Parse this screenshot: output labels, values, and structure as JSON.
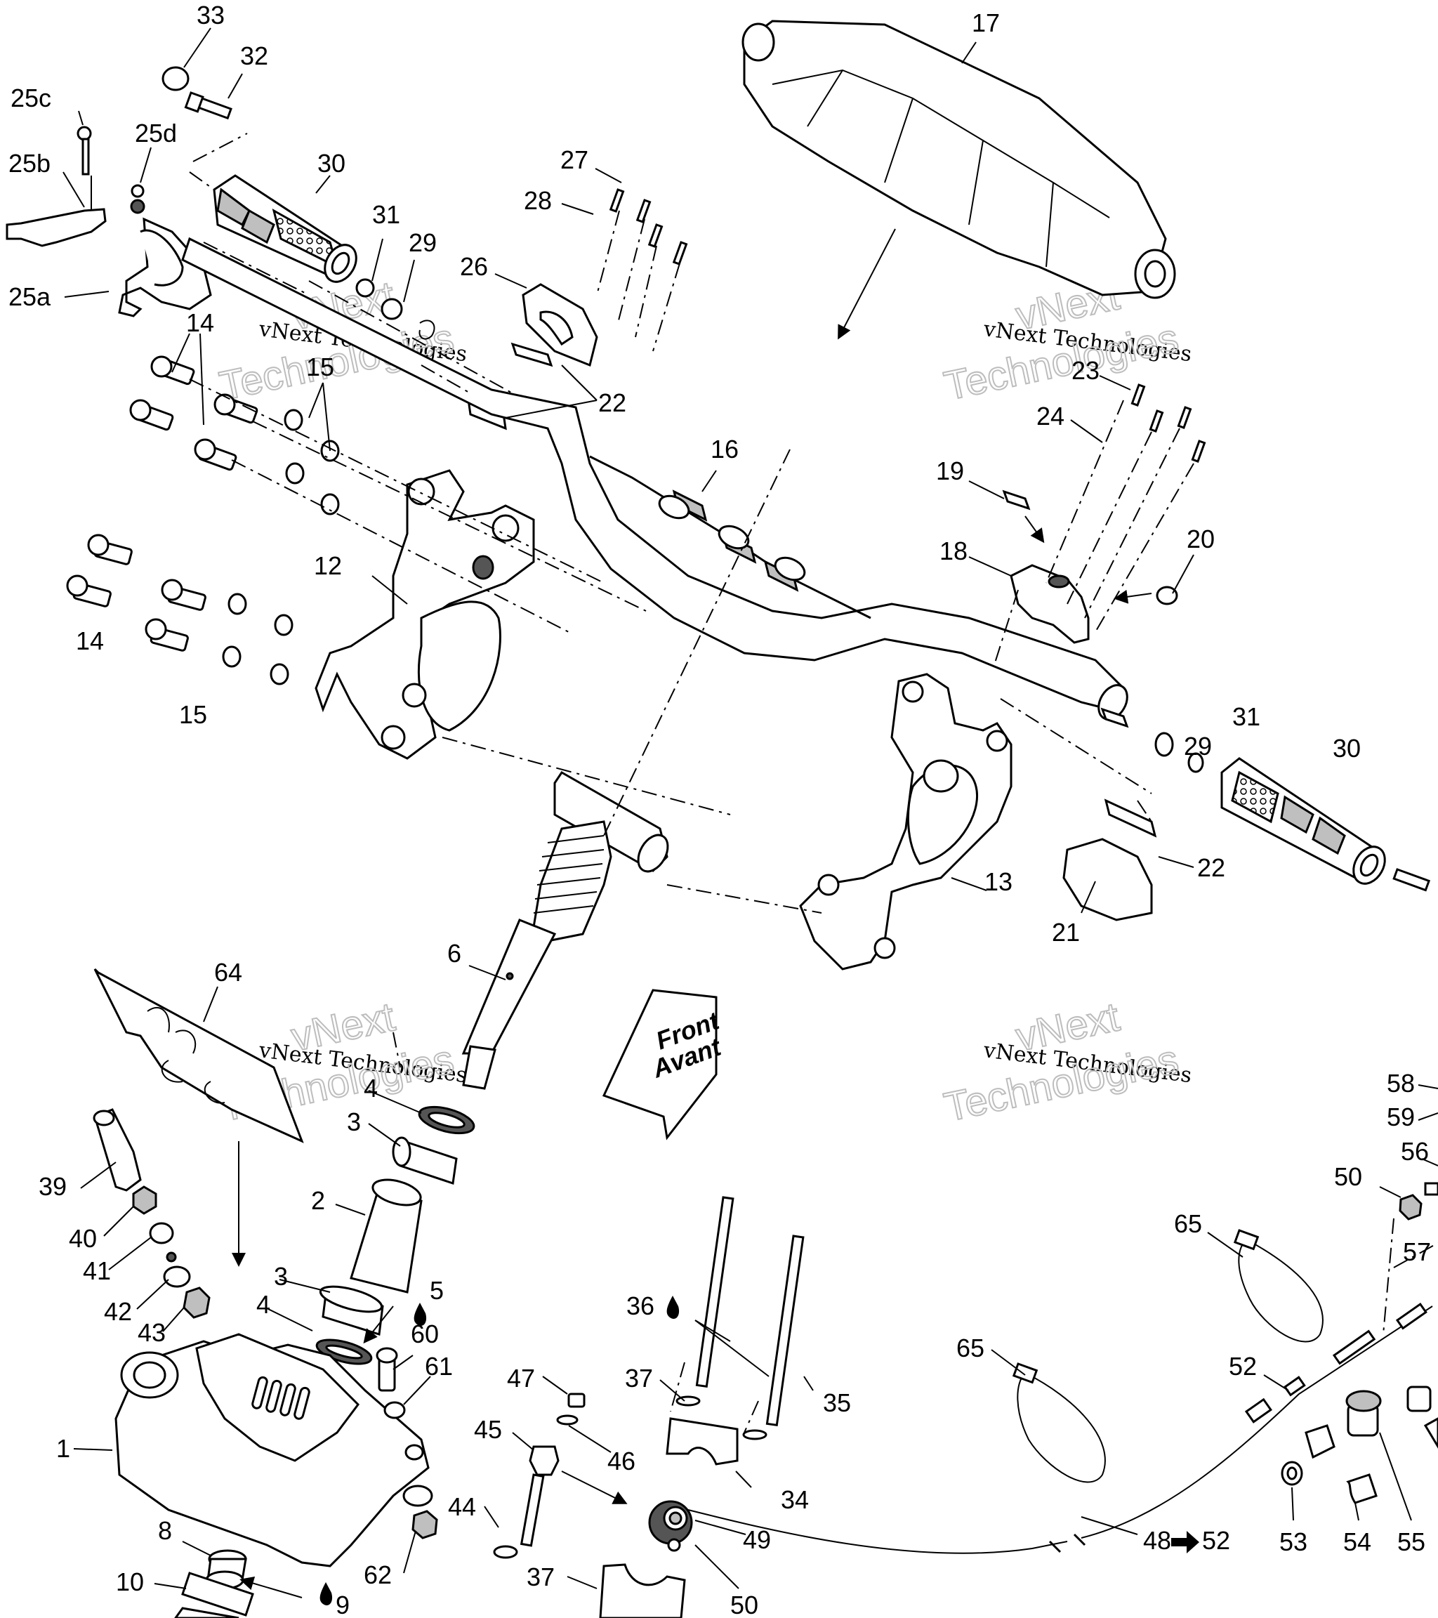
{
  "watermark": {
    "line1": "vNext Technologies",
    "line2": "vNext",
    "line3": "Technologies"
  },
  "front_marker": {
    "line1": "Front",
    "line2": "Avant"
  },
  "part_labels": [
    "33",
    "32",
    "25c",
    "25d",
    "25b",
    "30",
    "31",
    "29",
    "25a",
    "14",
    "15",
    "27",
    "28",
    "26",
    "22",
    "16",
    "17",
    "23",
    "24",
    "19",
    "18",
    "20",
    "12",
    "13",
    "21",
    "6",
    "64",
    "4",
    "3",
    "2",
    "5",
    "39",
    "40",
    "41",
    "42",
    "43",
    "1",
    "60",
    "61",
    "62",
    "8",
    "10",
    "9",
    "36",
    "35",
    "37",
    "34",
    "47",
    "45",
    "46",
    "44",
    "49",
    "50",
    "48",
    "52",
    "53",
    "54",
    "55",
    "56",
    "57",
    "58",
    "59",
    "65"
  ]
}
